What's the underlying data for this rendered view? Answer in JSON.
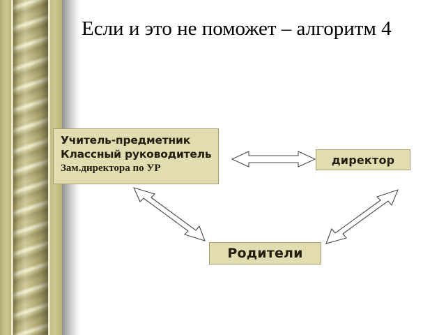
{
  "slide": {
    "title": "Если и это не поможет – алгоритм 4",
    "background_color": "#ffffff",
    "accent_color": "#e2ddb0",
    "node_border_color": "#a79e67",
    "border_ornament": "rope-column-border"
  },
  "diagram": {
    "type": "relationship-diagram",
    "nodes": [
      {
        "id": "teacher-group",
        "lines": [
          "Учитель-предметник",
          "Классный руководитель",
          "Зам.директора по УР"
        ]
      },
      {
        "id": "director",
        "label": "директор"
      },
      {
        "id": "parents",
        "label": "Родители"
      }
    ],
    "connectors": [
      {
        "id": "teacher-director",
        "from": "teacher-group",
        "to": "director",
        "style": "double-headed-block-arrow",
        "orientation": "horizontal"
      },
      {
        "id": "teacher-parents",
        "from": "teacher-group",
        "to": "parents",
        "style": "double-headed-block-arrow",
        "orientation": "diagonal-down-right"
      },
      {
        "id": "parents-director",
        "from": "parents",
        "to": "director",
        "style": "double-headed-block-arrow",
        "orientation": "diagonal-up-right"
      }
    ]
  }
}
